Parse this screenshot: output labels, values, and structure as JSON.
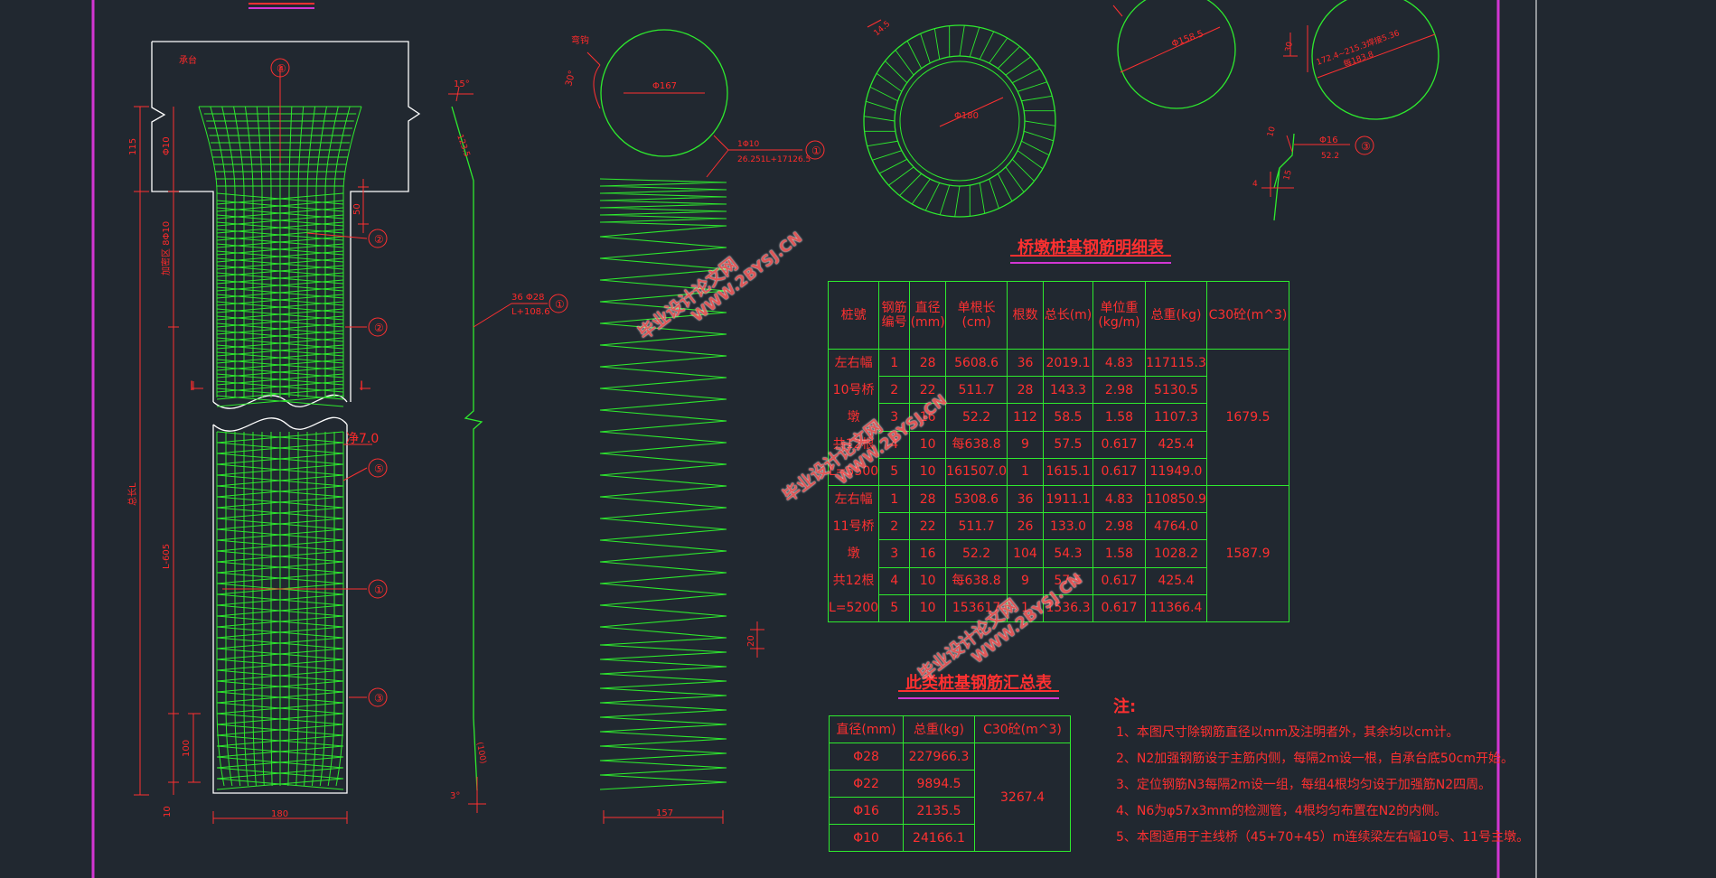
{
  "labels": {
    "cap": "承台",
    "callouts": [
      "④",
      "②",
      "②",
      "⑤",
      "①",
      "③",
      "①",
      "①",
      "③"
    ],
    "dim_115": "115",
    "dim_phi10": "Φ10",
    "dim_spacing": "加密区 8Φ10",
    "dim_50": "50",
    "dim_total": "总长L",
    "dim_L605": "L-605",
    "dim_100": "100",
    "dim_10": "10",
    "dim_180": "180",
    "dim_157": "157",
    "dim_20": "20",
    "section_I": "I",
    "dim_700": "净7.0",
    "ang15": "15°",
    "ang3": "3°",
    "v1": "123.5",
    "v2": "(100)",
    "bar_main": "36 Φ28",
    "bar_main_len": "L+108.6",
    "hook": "弯钩",
    "ang30": "30°",
    "d167": "Φ167",
    "bar10": "1Φ10",
    "bar10_len": "26.251L+17126.5",
    "d180": "Φ180",
    "d158": "Φ158.5",
    "dim_145": "14.5",
    "dim_30b": "30",
    "ring_txt1": "172.4~215.3焊接5.36",
    "ring_txt2": "每183.8",
    "b16": "Φ16",
    "b16_len": "52.2",
    "d10": "10",
    "d15": "15",
    "d4": "4"
  },
  "table1": {
    "title": "桥墩桩基钢筋明细表",
    "headers": [
      "桩號",
      "钢筋编号",
      "直径(mm)",
      "单根长(cm)",
      "根数",
      "总长(m)",
      "单位重(kg/m)",
      "总重(kg)",
      "C30砼(m^3)"
    ],
    "groups": [
      {
        "label": [
          "左右幅",
          "10号桥墩",
          "共12根",
          "L=5500"
        ],
        "concrete": "1679.5",
        "rows": [
          [
            "1",
            "28",
            "5608.6",
            "36",
            "2019.1",
            "4.83",
            "117115.3"
          ],
          [
            "2",
            "22",
            "511.7",
            "28",
            "143.3",
            "2.98",
            "5130.5"
          ],
          [
            "3",
            "16",
            "52.2",
            "112",
            "58.5",
            "1.58",
            "1107.3"
          ],
          [
            "4",
            "10",
            "每638.8",
            "9",
            "57.5",
            "0.617",
            "425.4"
          ],
          [
            "5",
            "10",
            "161507.0",
            "1",
            "1615.1",
            "0.617",
            "11949.0"
          ]
        ]
      },
      {
        "label": [
          "左右幅",
          "11号桥墩",
          "共12根",
          "L=5200"
        ],
        "concrete": "1587.9",
        "rows": [
          [
            "1",
            "28",
            "5308.6",
            "36",
            "1911.1",
            "4.83",
            "110850.9"
          ],
          [
            "2",
            "22",
            "511.7",
            "26",
            "133.0",
            "2.98",
            "4764.0"
          ],
          [
            "3",
            "16",
            "52.2",
            "104",
            "54.3",
            "1.58",
            "1028.2"
          ],
          [
            "4",
            "10",
            "每638.8",
            "9",
            "57.5",
            "0.617",
            "425.4"
          ],
          [
            "5",
            "10",
            "153617",
            "1",
            "1536.3",
            "0.617",
            "11366.4"
          ]
        ]
      }
    ]
  },
  "table2": {
    "title": "此类桩基钢筋汇总表",
    "headers": [
      "直径(mm)",
      "总重(kg)",
      "C30砼(m^3)"
    ],
    "rows": [
      [
        "Φ28",
        "227966.3"
      ],
      [
        "Φ22",
        "9894.5"
      ],
      [
        "Φ16",
        "2135.5"
      ],
      [
        "Φ10",
        "24166.1"
      ]
    ],
    "concrete": "3267.4"
  },
  "notes": {
    "heading": "注:",
    "items": [
      "1、本图尺寸除钢筋直径以mm及注明者外，其余均以cm计。",
      "2、N2加强钢筋设于主筋内侧，每隔2m设一根，自承台底50cm开始。",
      "3、定位钢筋N3每隔2m设一组，每组4根均匀设于加强筋N2四周。",
      "4、N6为φ57x3mm的检测管，4根均匀布置在N2的内侧。",
      "5、本图适用于主线桥（45+70+45）m连续梁左右幅10号、11号主墩。"
    ]
  },
  "watermarks": [
    "毕业设计论文网",
    "WWW.2BYSJ.CN"
  ],
  "colors": {
    "background": "#212830",
    "line_green": "#2eea2e",
    "text_red": "#ff3030",
    "border_magenta": "#d236d2"
  }
}
